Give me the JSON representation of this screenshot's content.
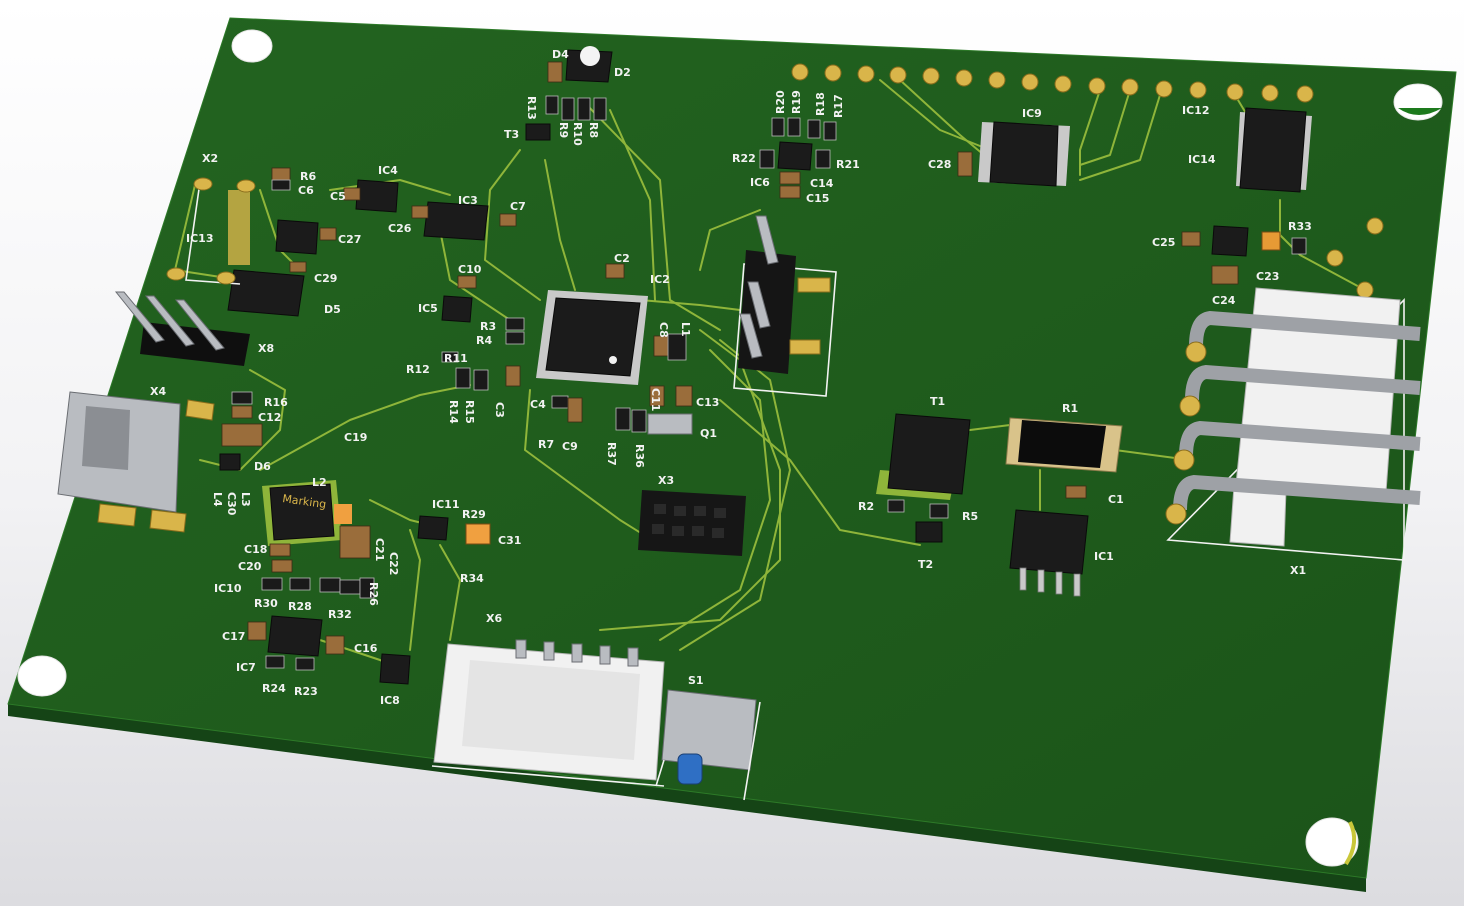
{
  "board": {
    "colors": {
      "soldermask": "#1f5a1c",
      "edge": "#154416",
      "silkscreen": "#f2f2f2",
      "copper_trace": "#8fb53a",
      "gold_pad": "#d9b54a"
    }
  },
  "components": {
    "ic1": "IC1",
    "ic2": "IC2",
    "ic3": "IC3",
    "ic4": "IC4",
    "ic5": "IC5",
    "ic6": "IC6",
    "ic7": "IC7",
    "ic8": "IC8",
    "ic9": "IC9",
    "ic10": "IC10",
    "ic11": "IC11",
    "ic12": "IC12",
    "ic13": "IC13",
    "ic14": "IC14",
    "d2": "D2",
    "d4": "D4",
    "d5": "D5",
    "d6": "D6",
    "t1": "T1",
    "t2": "T2",
    "t3": "T3",
    "q1": "Q1",
    "r1": "R1",
    "r2": "R2",
    "r3": "R3",
    "r4": "R4",
    "r5": "R5",
    "r6": "R6",
    "r7": "R7",
    "r8": "R8",
    "r9": "R9",
    "r10": "R10",
    "r11": "R11",
    "r12": "R12",
    "r13": "R13",
    "r14": "R14",
    "r15": "R15",
    "r16": "R16",
    "r17": "R17",
    "r18": "R18",
    "r19": "R19",
    "r20": "R20",
    "r21": "R21",
    "r22": "R22",
    "r23": "R23",
    "r24": "R24",
    "r26": "R26",
    "r28": "R28",
    "r29": "R29",
    "r30": "R30",
    "r32": "R32",
    "r33": "R33",
    "r34": "R34",
    "r36": "R36",
    "r37": "R37",
    "c1": "C1",
    "c2": "C2",
    "c3": "C3",
    "c4": "C4",
    "c5": "C5",
    "c6": "C6",
    "c7": "C7",
    "c8": "C8",
    "c9": "C9",
    "c10": "C10",
    "c11": "C11",
    "c12": "C12",
    "c13": "C13",
    "c14": "C14",
    "c15": "C15",
    "c16": "C16",
    "c17": "C17",
    "c18": "C18",
    "c19": "C19",
    "c20": "C20",
    "c21": "C21",
    "c22": "C22",
    "c23": "C23",
    "c24": "C24",
    "c25": "C25",
    "c26": "C26",
    "c27": "C27",
    "c28": "C28",
    "c29": "C29",
    "c30": "C30",
    "c31": "C31",
    "l1": "L1",
    "l2": "L2",
    "l3": "L3",
    "l4": "L4",
    "x1": "X1",
    "x2": "X2",
    "x3": "X3",
    "x4": "X4",
    "x6": "X6",
    "x8": "X8",
    "s1": "S1",
    "inductor_marking": "Marking"
  }
}
